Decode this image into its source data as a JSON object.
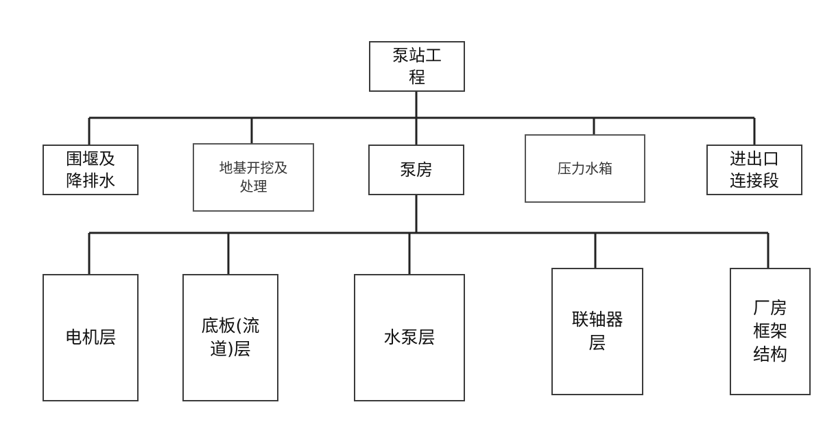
{
  "diagram": {
    "root": {
      "lines": [
        "泵站工",
        "程"
      ]
    },
    "level1": [
      {
        "lines": [
          "围堰及",
          "降排水"
        ]
      },
      {
        "lines": [
          "地基开挖及",
          "处理"
        ]
      },
      {
        "lines": [
          "泵房"
        ]
      },
      {
        "lines": [
          "压力水箱"
        ]
      },
      {
        "lines": [
          "进出口",
          "连接段"
        ]
      }
    ],
    "level2": [
      {
        "lines": [
          "电机层"
        ]
      },
      {
        "lines": [
          "底板(流",
          "道)层"
        ]
      },
      {
        "lines": [
          "水泵层"
        ]
      },
      {
        "lines": [
          "联轴器",
          "层"
        ]
      },
      {
        "lines": [
          "厂房",
          "框架",
          "结构"
        ]
      }
    ]
  },
  "colors": {
    "line": "#222222",
    "border": "#3a3a3a"
  }
}
